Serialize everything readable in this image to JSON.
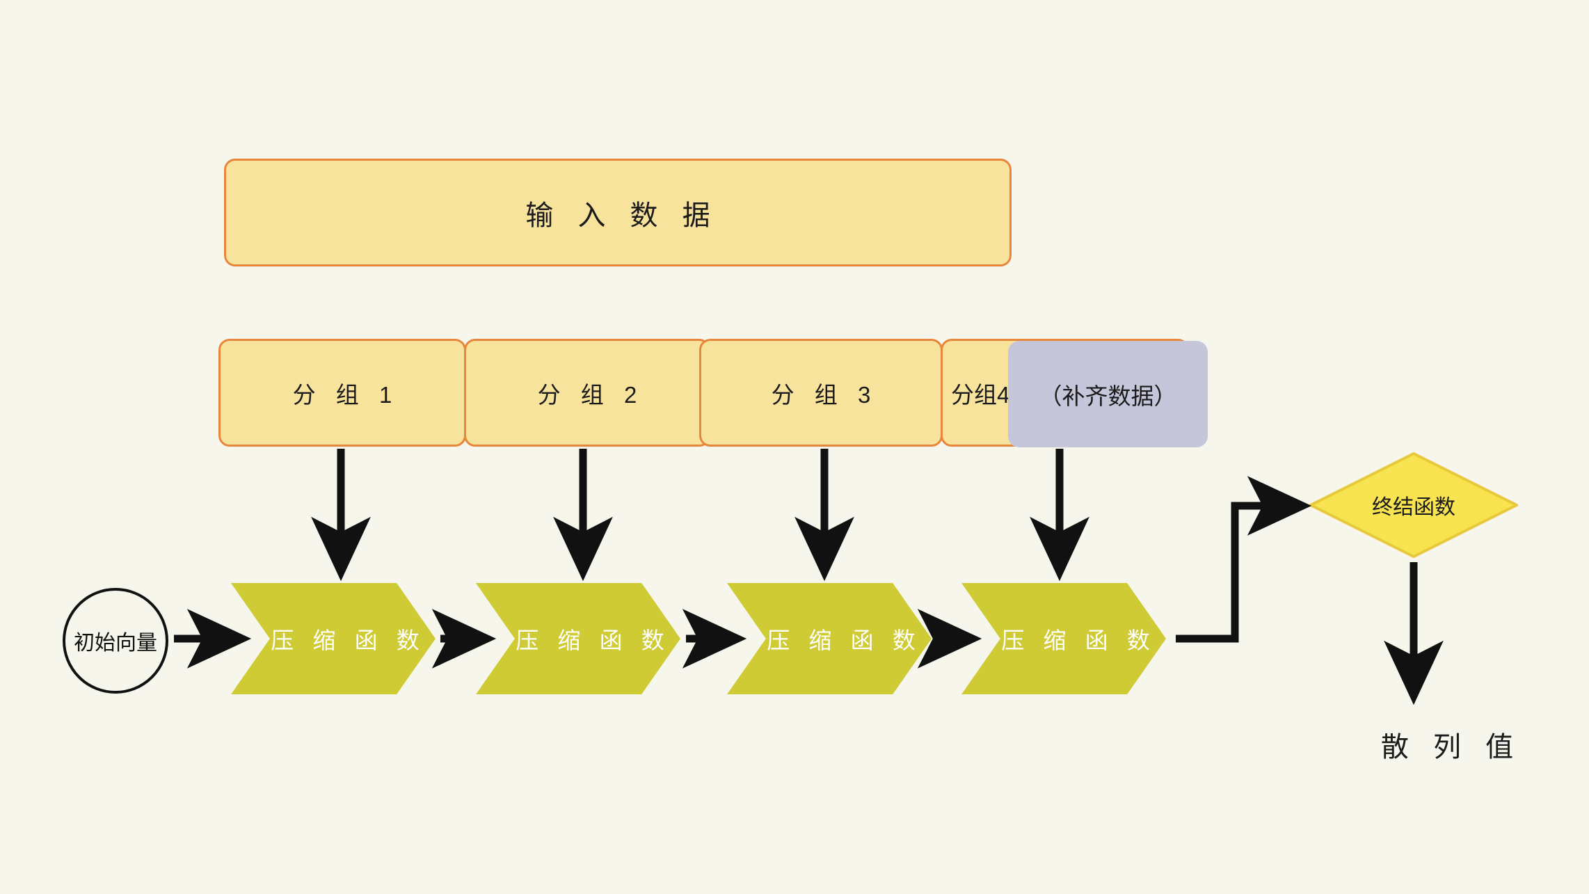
{
  "diagram": {
    "title_node": {
      "label": "输 入 数 据"
    },
    "background_color": "#F7F6ED",
    "palette": {
      "box_fill": "#F8E39C",
      "box_border": "#E8863C",
      "padding_fill": "#C6C6DA",
      "chevron_fill": "#CFCB34",
      "diamond_fill": "#F7E450",
      "diamond_border": "#E8C93A",
      "arrow_color": "#111111",
      "text_color": "#1B1B1B",
      "chevron_text_color": "#FFFFFF"
    },
    "groups": [
      {
        "label": "分 组 1"
      },
      {
        "label": "分 组 2"
      },
      {
        "label": "分 组 3"
      },
      {
        "label": "分组4"
      }
    ],
    "padding_block": {
      "label": "（补齐数据）"
    },
    "initial_vector": {
      "label": "初始向量"
    },
    "compression_stages": [
      {
        "label": "压 缩 函 数"
      },
      {
        "label": "压 缩 函 数"
      },
      {
        "label": "压 缩 函 数"
      },
      {
        "label": "压 缩 函 数"
      }
    ],
    "final_function": {
      "label": "终结函数"
    },
    "output": {
      "label": "散 列 值"
    }
  }
}
